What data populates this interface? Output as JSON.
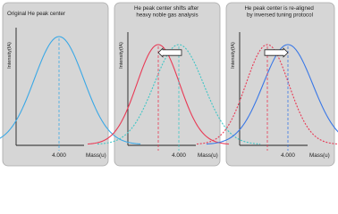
{
  "chart_data": [
    {
      "type": "line",
      "title": "Original He peak center",
      "xlabel": "Mass(u)",
      "ylabel": "Intensity(fA)",
      "xtick_label": "4.000",
      "center": 4.0,
      "series": [
        {
          "mu": 4.0,
          "sigma": 0.3,
          "peak": 1.0,
          "color": "#3aa8e6",
          "dash": "solid"
        }
      ],
      "center_lines": [
        {
          "x": 4.0,
          "color": "#3aa8e6"
        }
      ],
      "arrow": null
    },
    {
      "type": "line",
      "title": "He peak center shifts after heavy noble gas analysis",
      "xlabel": "Mass(u)",
      "ylabel": "Intensity(fA)",
      "xtick_label": "4.000",
      "center": 4.0,
      "series": [
        {
          "mu": 3.75,
          "sigma": 0.26,
          "peak": 1.0,
          "color": "#e83a55",
          "dash": "solid"
        },
        {
          "mu": 4.0,
          "sigma": 0.3,
          "peak": 1.0,
          "color": "#3fc6c6",
          "dash": "dotted"
        }
      ],
      "center_lines": [
        {
          "x": 3.75,
          "color": "#e83a55"
        },
        {
          "x": 4.0,
          "color": "#3fc6c6"
        }
      ],
      "arrow": "left"
    },
    {
      "type": "line",
      "title": "He peak center is re-aligned by inversed tuning protocol",
      "xlabel": "Mass(u)",
      "ylabel": "Intensity(fA)",
      "xtick_label": "4.000",
      "center": 4.0,
      "series": [
        {
          "mu": 3.75,
          "sigma": 0.26,
          "peak": 1.0,
          "color": "#e83a55",
          "dash": "dotted"
        },
        {
          "mu": 4.0,
          "sigma": 0.3,
          "peak": 1.0,
          "color": "#3a78e6",
          "dash": "solid"
        }
      ],
      "center_lines": [
        {
          "x": 3.75,
          "color": "#e83a55"
        },
        {
          "x": 4.0,
          "color": "#3a78e6"
        }
      ],
      "arrow": "right"
    }
  ]
}
